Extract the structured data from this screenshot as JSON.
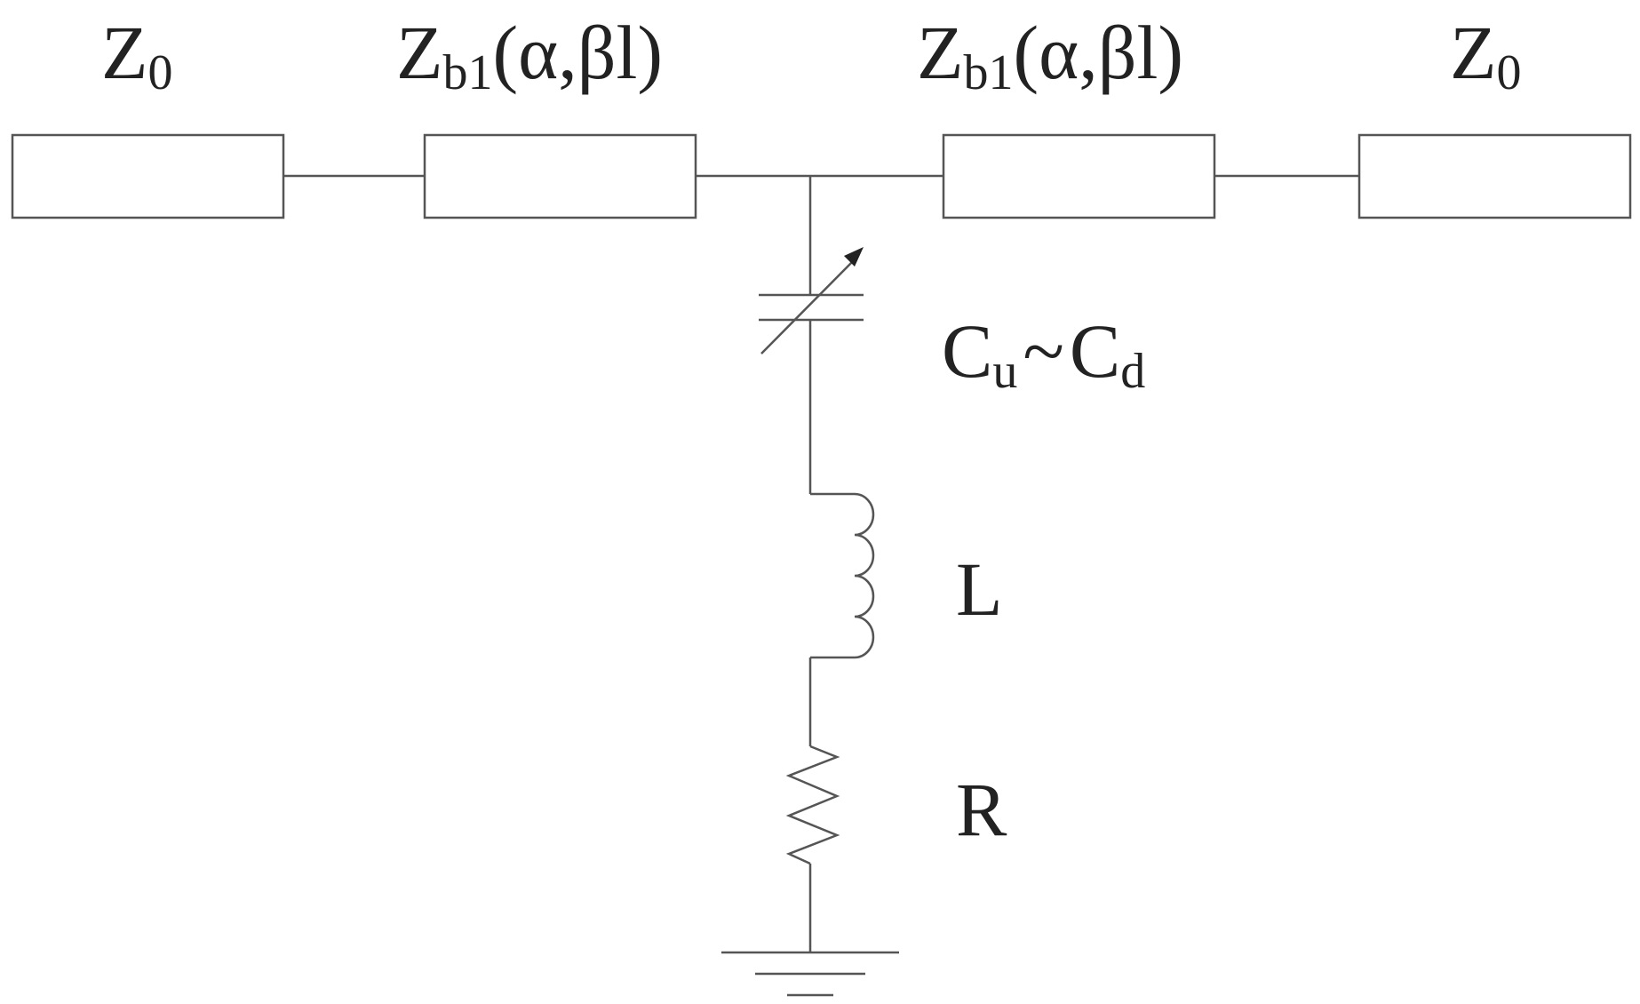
{
  "colors": {
    "line": "#555555",
    "text": "#222222",
    "background": "#ffffff"
  },
  "labels": {
    "z0_left": {
      "main": "Z",
      "sub": "0"
    },
    "zb1_left": {
      "main": "Z",
      "sub": "b1",
      "args": "(α,βl)"
    },
    "zb1_right": {
      "main": "Z",
      "sub": "b1",
      "args": "(α,βl)"
    },
    "z0_right": {
      "main": "Z",
      "sub": "0"
    },
    "capacitor": {
      "c1": "C",
      "c1_sub": "u",
      "tilde": "~",
      "c2": "C",
      "c2_sub": "d"
    },
    "inductor": "L",
    "resistor": "R"
  }
}
